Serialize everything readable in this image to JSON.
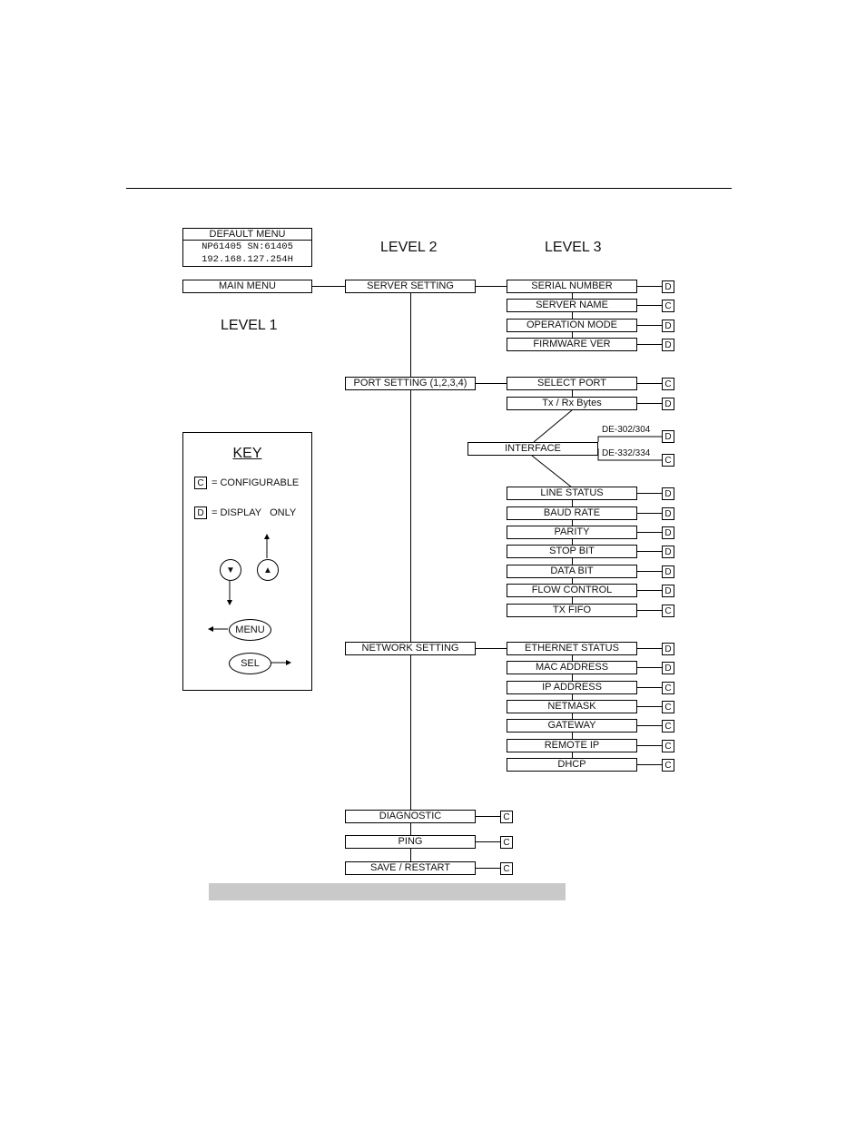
{
  "default_menu": {
    "title": "DEFAULT MENU",
    "line1": "NP61405 SN:61405",
    "line2": "192.168.127.254H"
  },
  "levels": {
    "level1": "LEVEL 1",
    "level2": "LEVEL 2",
    "level3": "LEVEL 3"
  },
  "main_menu": "MAIN MENU",
  "level2_items": {
    "server_setting": "SERVER SETTING",
    "port_setting": "PORT SETTING (1,2,3,4)",
    "network_setting": "NETWORK SETTING",
    "diagnostic": {
      "label": "DIAGNOSTIC",
      "tag": "C"
    },
    "ping": {
      "label": "PING",
      "tag": "C"
    },
    "save_restart": {
      "label": "SAVE / RESTART",
      "tag": "C"
    }
  },
  "server_items": [
    {
      "label": "SERIAL NUMBER",
      "tag": "D"
    },
    {
      "label": "SERVER NAME",
      "tag": "C"
    },
    {
      "label": "OPERATION MODE",
      "tag": "D"
    },
    {
      "label": "FIRMWARE VER",
      "tag": "D"
    }
  ],
  "port_items_top": [
    {
      "label": "SELECT PORT",
      "tag": "C"
    },
    {
      "label": "Tx / Rx Bytes",
      "tag": "D"
    }
  ],
  "interface": {
    "label": "INTERFACE",
    "options": [
      {
        "label": "DE-302/304",
        "tag": "D"
      },
      {
        "label": "DE-332/334",
        "tag": "C"
      }
    ]
  },
  "port_items_bottom": [
    {
      "label": "LINE STATUS",
      "tag": "D"
    },
    {
      "label": "BAUD RATE",
      "tag": "D"
    },
    {
      "label": "PARITY",
      "tag": "D"
    },
    {
      "label": "STOP BIT",
      "tag": "D"
    },
    {
      "label": "DATA BIT",
      "tag": "D"
    },
    {
      "label": "FLOW CONTROL",
      "tag": "D"
    },
    {
      "label": "TX FIFO",
      "tag": "C"
    }
  ],
  "network_items": [
    {
      "label": "ETHERNET STATUS",
      "tag": "D"
    },
    {
      "label": "MAC ADDRESS",
      "tag": "D"
    },
    {
      "label": "IP ADDRESS",
      "tag": "C"
    },
    {
      "label": "NETMASK",
      "tag": "C"
    },
    {
      "label": "GATEWAY",
      "tag": "C"
    },
    {
      "label": "REMOTE IP",
      "tag": "C"
    },
    {
      "label": "DHCP",
      "tag": "C"
    }
  ],
  "key": {
    "title": "KEY",
    "configurable_tag": "C",
    "configurable_text": "= CONFIGURABLE",
    "display_tag": "D",
    "display_text": "= DISPLAY   ONLY",
    "down_symbol": "▼",
    "up_symbol": "▲",
    "menu_button": "MENU",
    "sel_button": "SEL"
  }
}
